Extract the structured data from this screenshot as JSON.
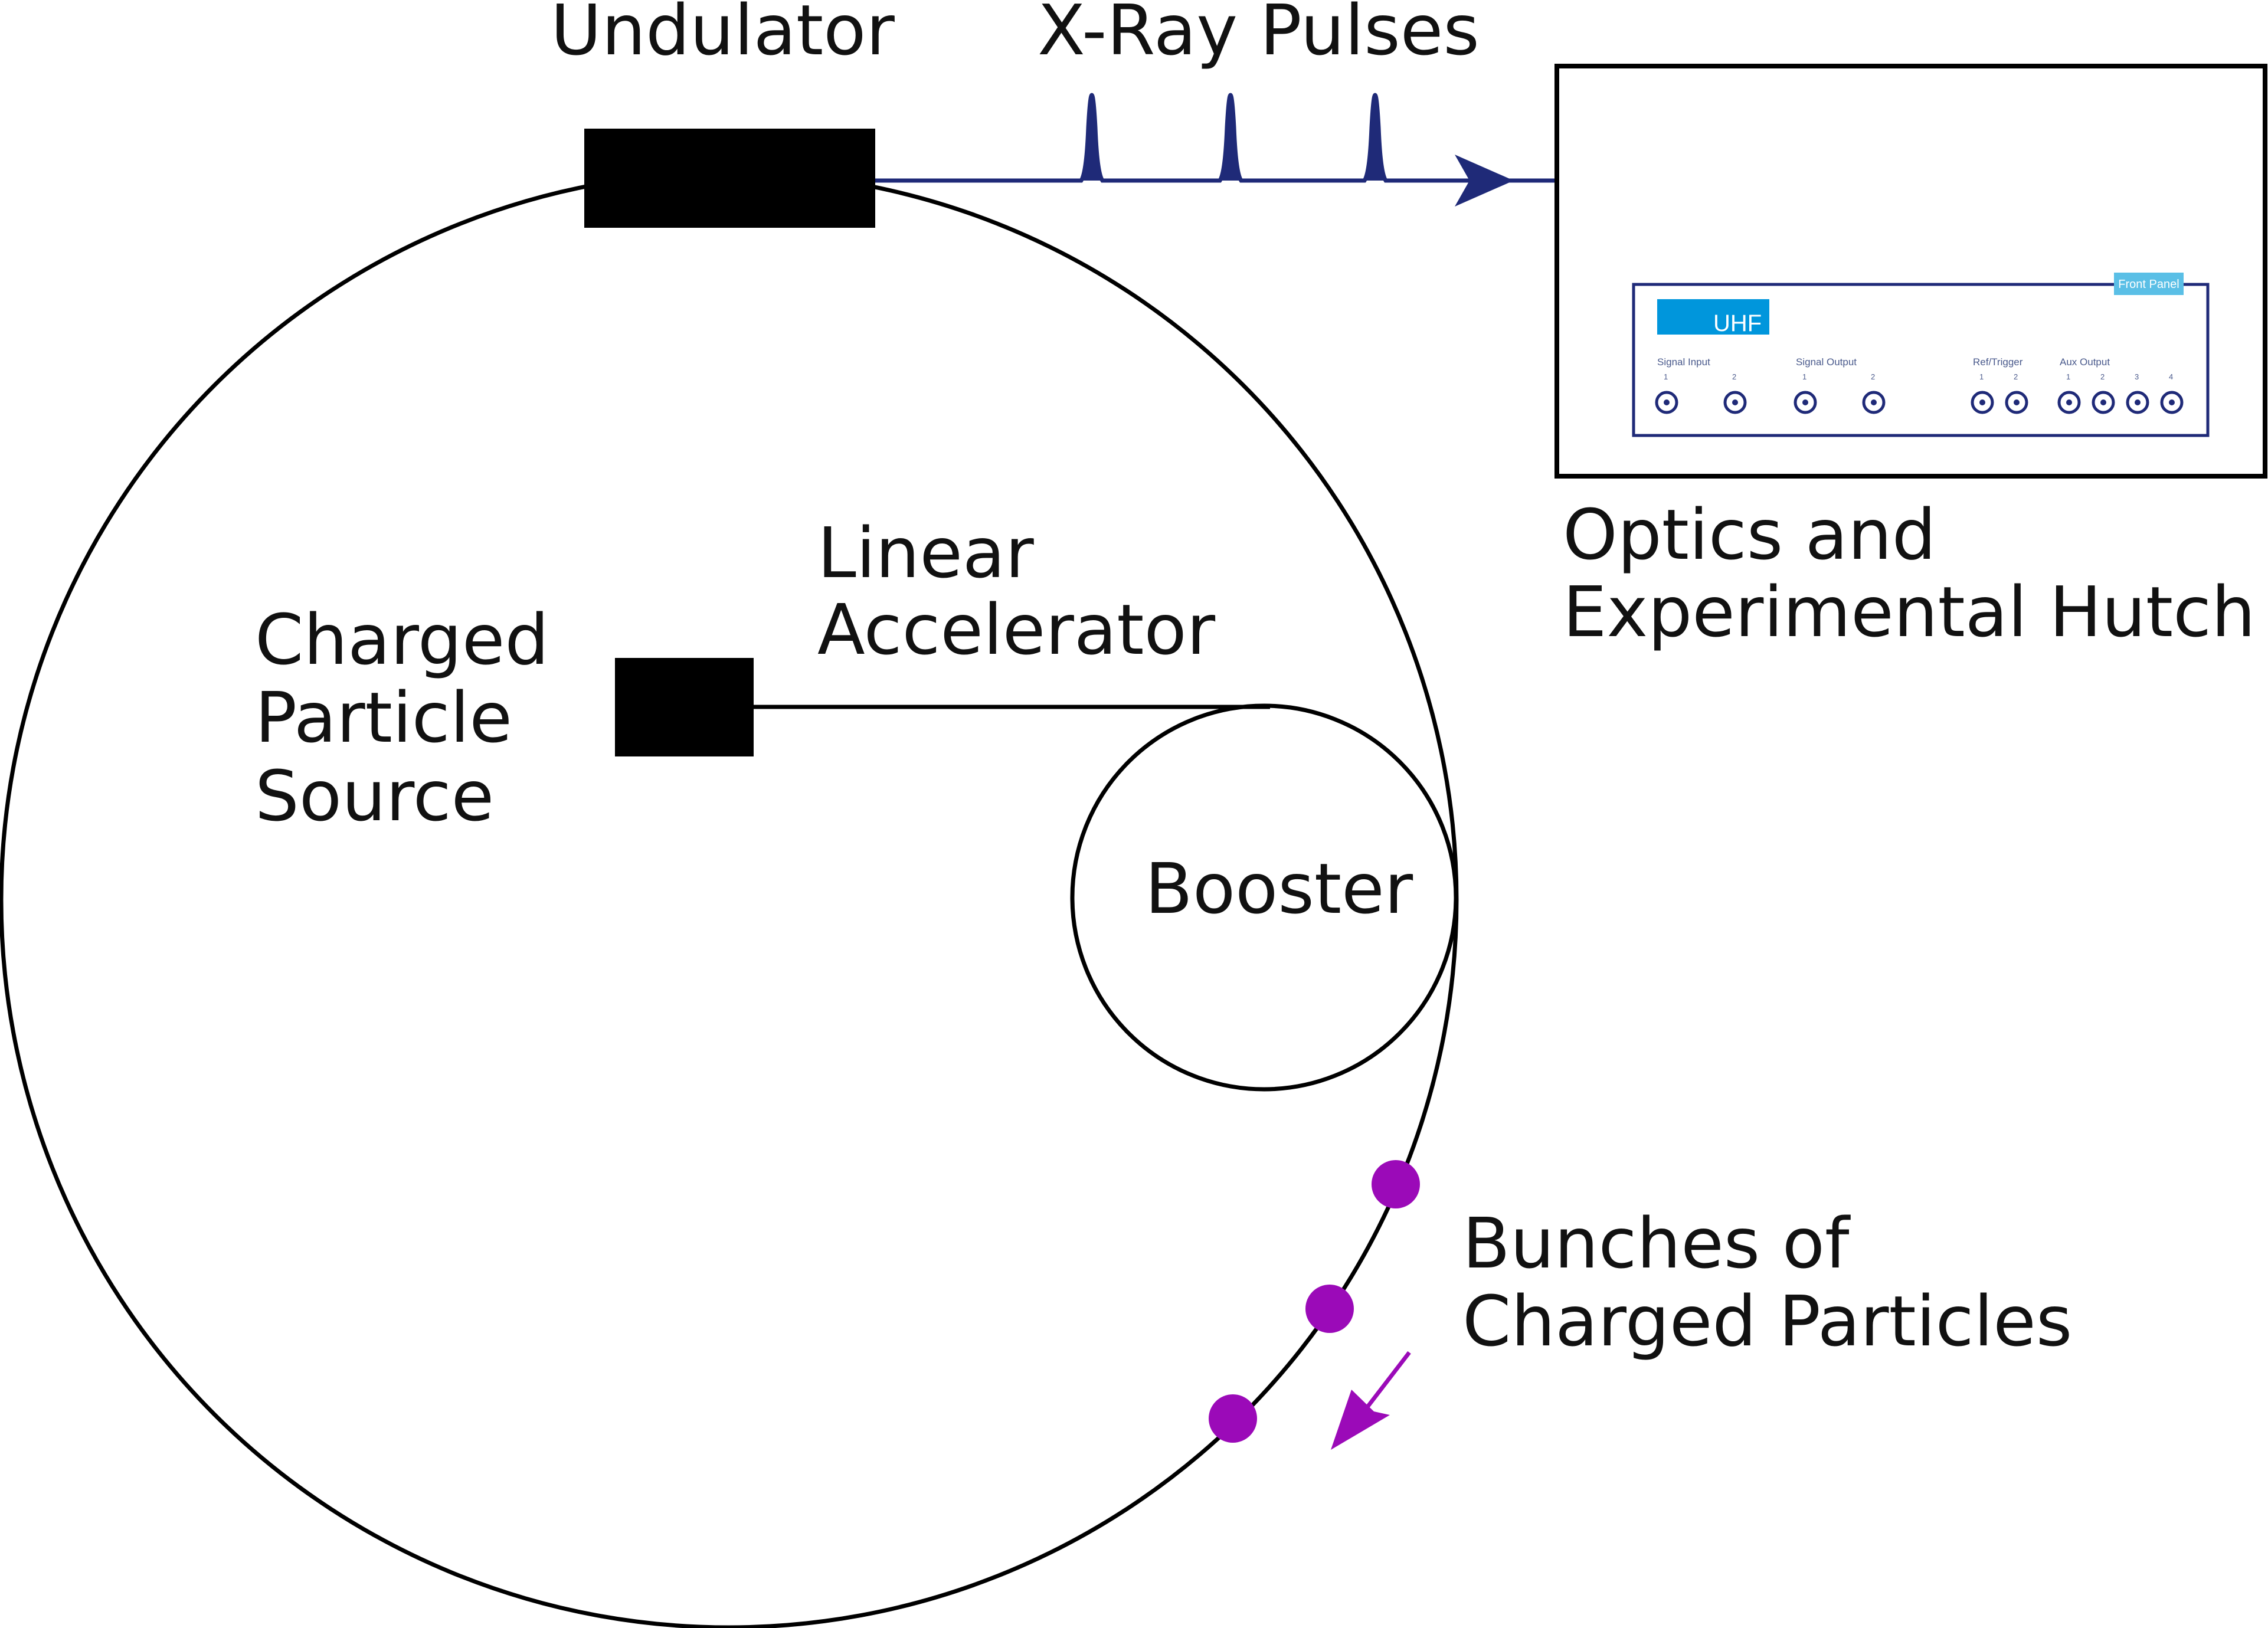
{
  "colors": {
    "line": "#000000",
    "beam": "#1f2a78",
    "bunch": "#9b0ab8",
    "panel_outline": "#1f2a78",
    "panel_label": "#4a5a8c",
    "brand_blue": "#0096dc",
    "tab_blue": "#5abfe6"
  },
  "labels": {
    "undulator": "Undulator",
    "xray_pulses": "X-Ray Pulses",
    "optics_line1": "Optics and",
    "optics_line2": "Experimental Hutch",
    "linac_line1": "Linear",
    "linac_line2": "Accelerator",
    "source_line1": "Charged",
    "source_line2": "Particle",
    "source_line3": "Source",
    "booster": "Booster",
    "bunches_line1": "Bunches of",
    "bunches_line2": "Charged Particles"
  },
  "instrument": {
    "brand": "UHF",
    "tab": "Front Panel",
    "groups": [
      {
        "name": "Signal Input",
        "channels": [
          "1",
          "2"
        ]
      },
      {
        "name": "Signal Output",
        "channels": [
          "1",
          "2"
        ]
      },
      {
        "name": "Ref/Trigger",
        "channels": [
          "1",
          "2"
        ]
      },
      {
        "name": "Aux Output",
        "channels": [
          "1",
          "2",
          "3",
          "4"
        ]
      }
    ]
  },
  "icons": {
    "connector": "bnc-connector-icon",
    "direction": "arrow-icon"
  }
}
